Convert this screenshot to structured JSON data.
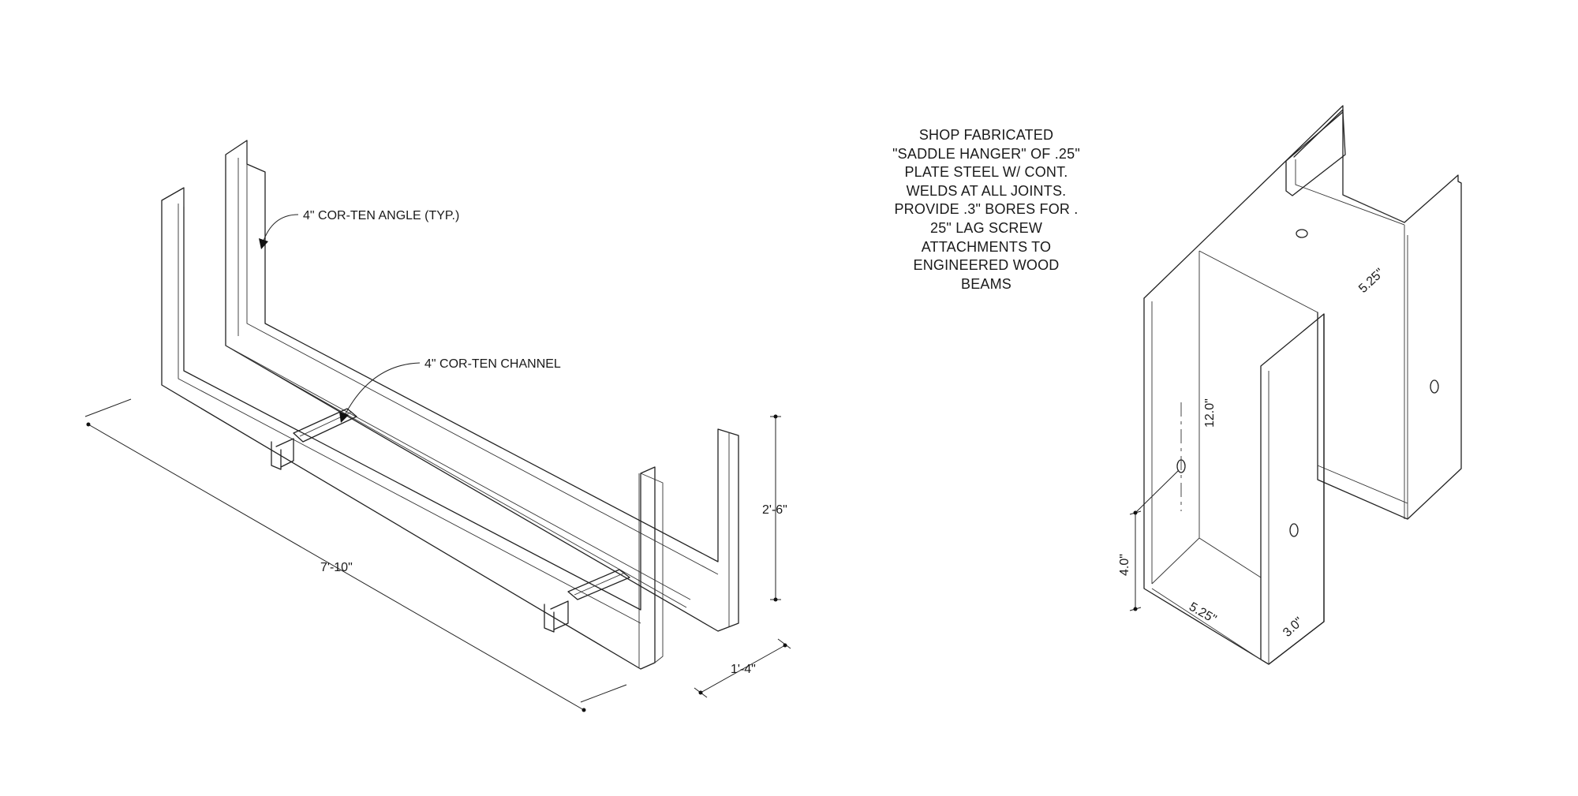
{
  "left_view": {
    "angle_label": "4\" COR-TEN ANGLE (TYP.)",
    "channel_label": "4\" COR-TEN CHANNEL",
    "dim_length": "7'-10\"",
    "dim_height": "2'-6\"",
    "dim_depth": "1'-4\""
  },
  "note": {
    "lines": [
      "SHOP FABRICATED",
      "\"SADDLE HANGER\" OF .25\"",
      "PLATE STEEL W/ CONT.",
      "WELDS AT ALL JOINTS.",
      "PROVIDE .3\" BORES FOR .",
      "25\" LAG SCREW",
      "ATTACHMENTS TO",
      "ENGINEERED WOOD",
      "BEAMS"
    ]
  },
  "right_view": {
    "dim_top_width": "5.25\"",
    "dim_height": "12.0\"",
    "dim_bore_offset": "4.0\"",
    "dim_bottom_width": "5.25\"",
    "dim_depth": "3.0\""
  }
}
